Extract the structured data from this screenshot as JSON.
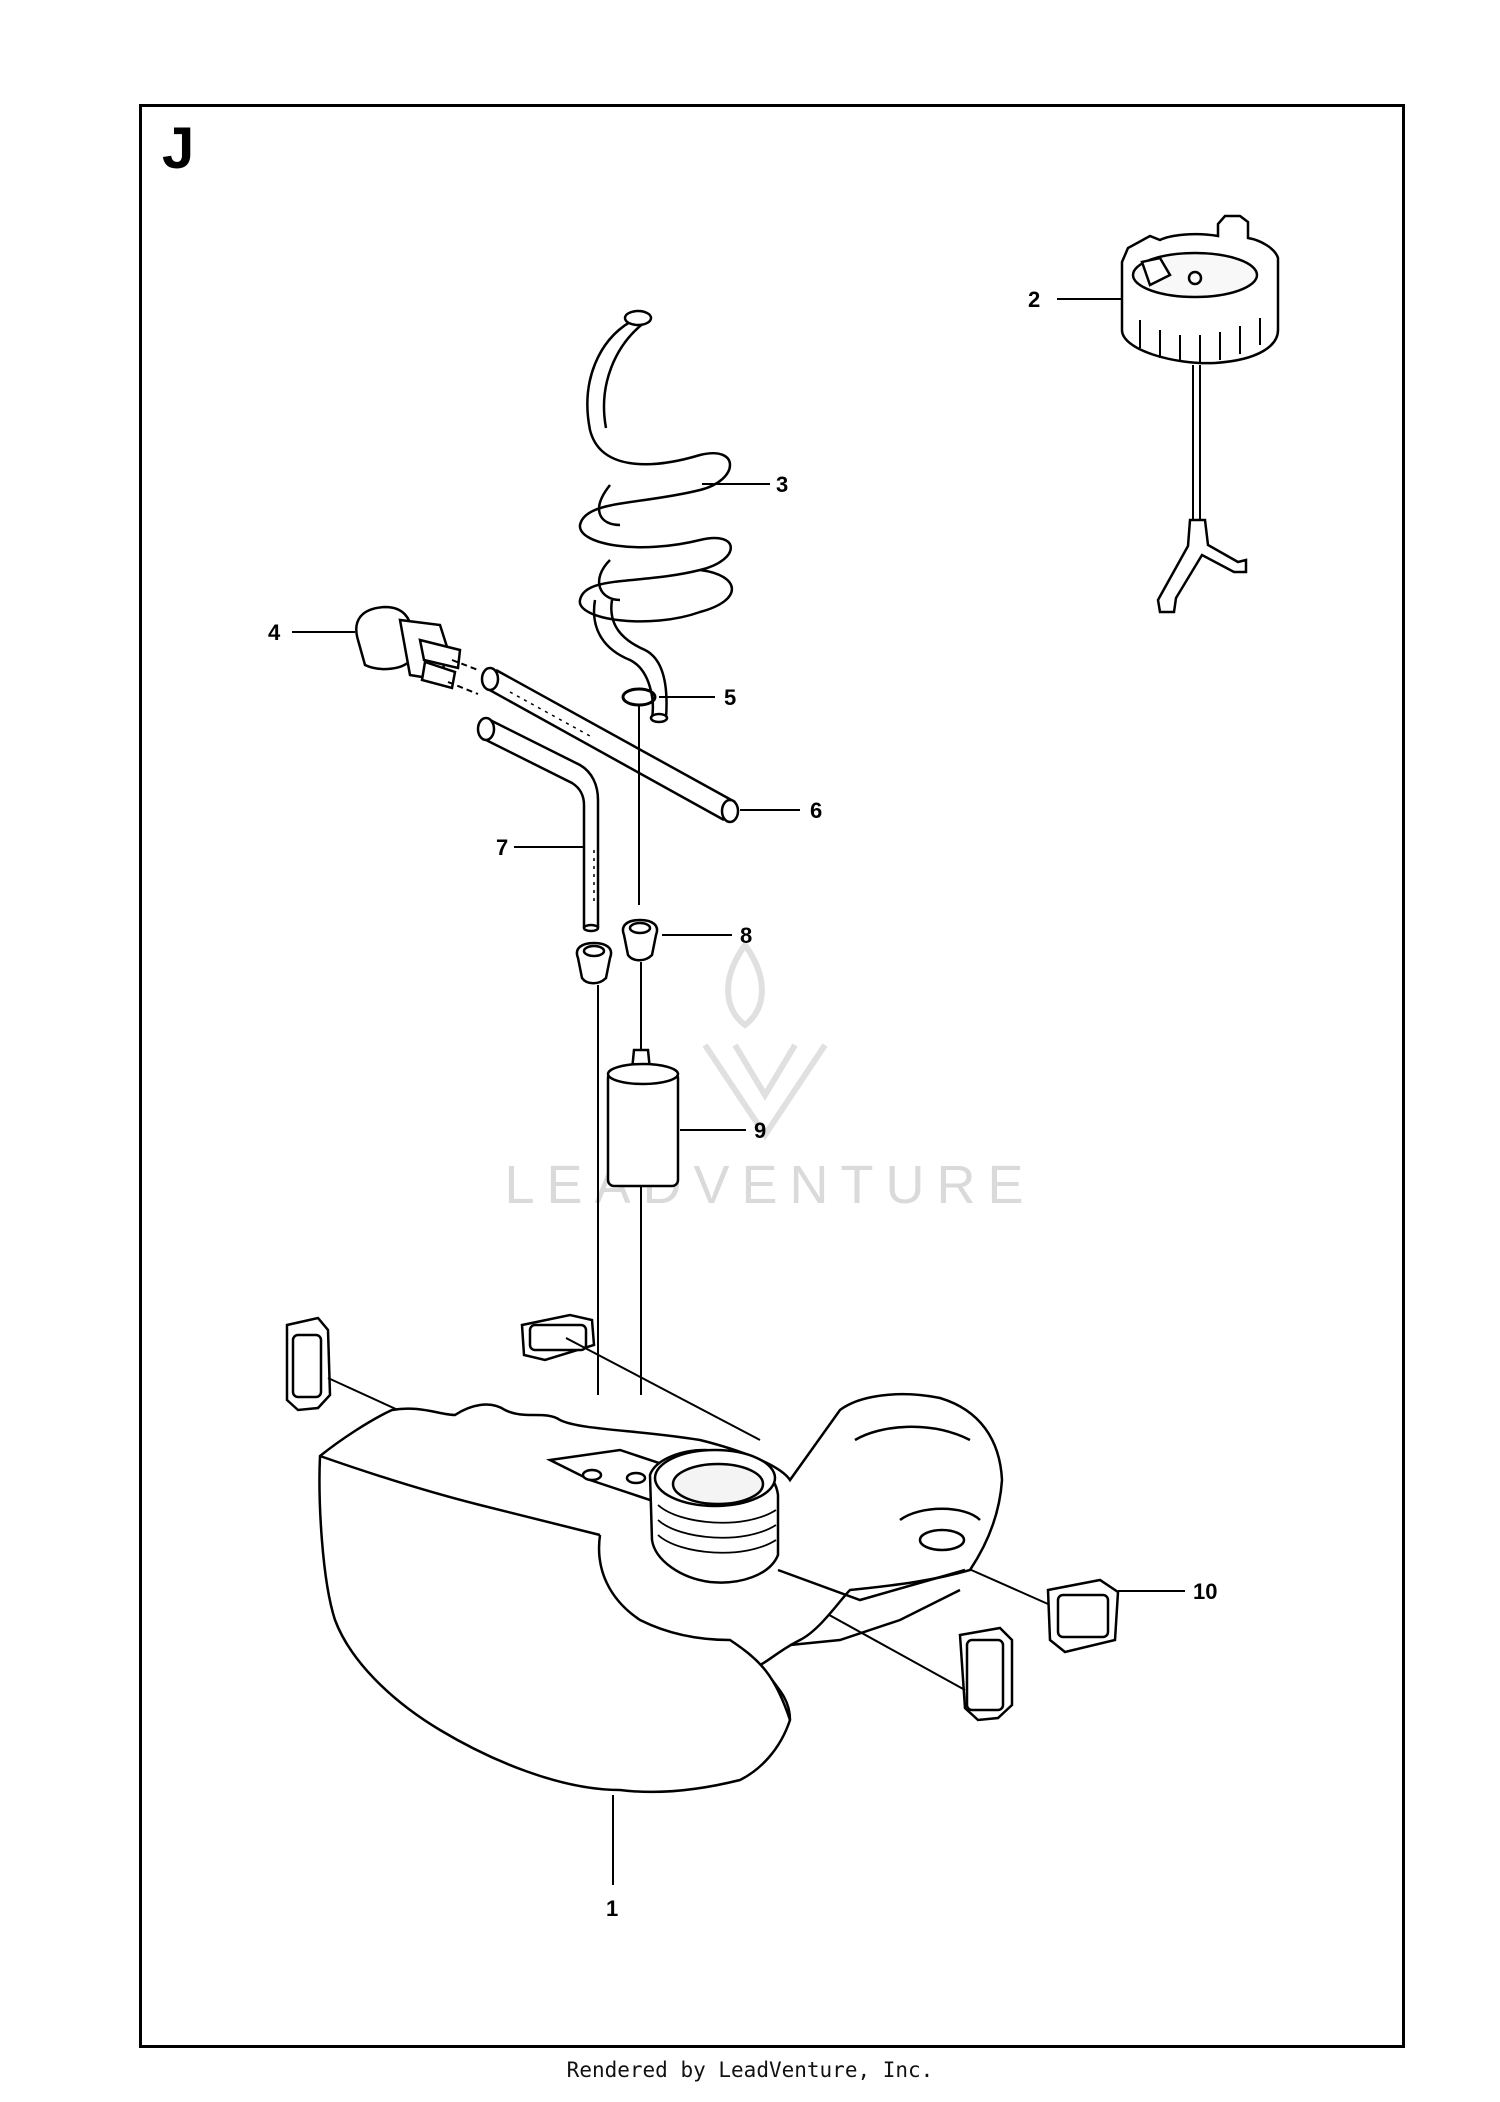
{
  "page": {
    "section_letter": "J",
    "footer_text": "Rendered by LeadVenture, Inc.",
    "watermark_text": "LEADVENTURE"
  },
  "parts": [
    {
      "number": "1",
      "part": "fuel-tank"
    },
    {
      "number": "2",
      "part": "fuel-cap-with-tether"
    },
    {
      "number": "3",
      "part": "coiled-fuel-hose"
    },
    {
      "number": "4",
      "part": "primer-bulb"
    },
    {
      "number": "5",
      "part": "o-ring"
    },
    {
      "number": "6",
      "part": "straight-fuel-hose"
    },
    {
      "number": "7",
      "part": "bent-fuel-hose"
    },
    {
      "number": "8",
      "part": "grommet"
    },
    {
      "number": "9",
      "part": "fuel-filter"
    },
    {
      "number": "10",
      "part": "rubber-mount"
    }
  ],
  "colors": {
    "line": "#000000",
    "watermark": "#dadada"
  }
}
